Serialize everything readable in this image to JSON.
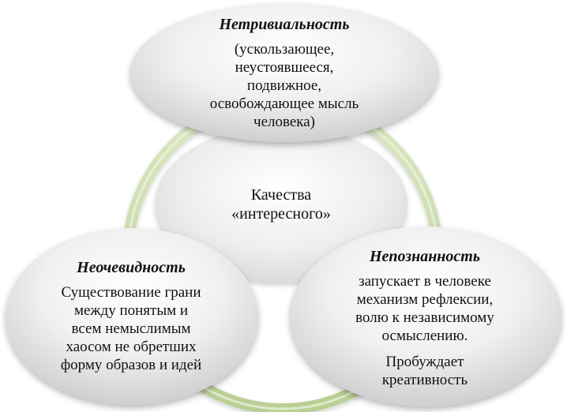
{
  "center": {
    "line1": "Качества",
    "line2": "«интересного»"
  },
  "top": {
    "title": "Нетривиальность",
    "lines": [
      "(ускользающее,",
      "неустоявшееся,",
      "подвижное,",
      "освобождающее мысль",
      "человека)"
    ]
  },
  "left": {
    "title": "Неочевидность",
    "lines": [
      "Существование грани",
      "между понятым и",
      "всем немыслимым",
      "хаосом не обретших",
      "форму образов и идей"
    ]
  },
  "right": {
    "title": "Непознанность",
    "lines": [
      "запускает в человеке",
      "механизм рефлексии,",
      "волю к независимому",
      "осмыслению."
    ],
    "extra_lines": [
      "Пробуждает",
      "креативность"
    ]
  },
  "colors": {
    "ring": "#c9dba8",
    "ring_dark": "#a9c282",
    "ellipse_light": "#ffffff",
    "ellipse_mid": "#eeeeee",
    "ellipse_dark": "#d2d2d2",
    "text": "#111111"
  }
}
